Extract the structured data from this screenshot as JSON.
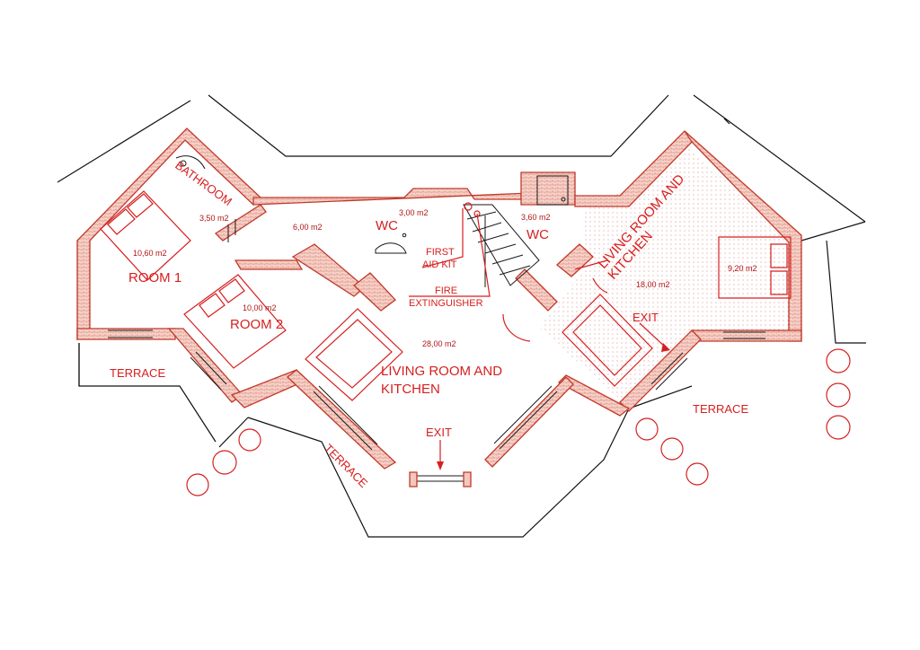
{
  "plan": {
    "rooms": [
      {
        "id": "bathroom",
        "name": "BATHROOM",
        "area": "3,50 m2"
      },
      {
        "id": "room1",
        "name": "ROOM 1",
        "area": "10,60 m2"
      },
      {
        "id": "room2",
        "name": "ROOM 2",
        "area": "10,00 m2"
      },
      {
        "id": "hall",
        "area": "6,00 m2"
      },
      {
        "id": "wc1",
        "name": "WC",
        "area": "3,00 m2"
      },
      {
        "id": "wc2",
        "name": "WC",
        "area": "3,60 m2"
      },
      {
        "id": "living_center",
        "name_line1": "LIVING ROOM AND",
        "name_line2": "KITCHEN",
        "area": "28,00 m2"
      },
      {
        "id": "living_right",
        "name_line1": "LIVING ROOM AND",
        "name_line2": "KITCHEN",
        "area": "18,00 m2"
      },
      {
        "id": "side_room",
        "area": "9,20 m2"
      }
    ],
    "terraces": [
      "TERRACE",
      "TERRACE",
      "TERRACE"
    ],
    "exits": [
      "EXIT",
      "EXIT"
    ],
    "safety": {
      "first_aid_line1": "FIRST",
      "first_aid_line2": "AID KIT",
      "fire_line1": "FIRE",
      "fire_line2": "EXTINGUISHER"
    },
    "colors": {
      "wall_line": "#c0392b",
      "label": "#d61f1f",
      "outline": "#111111"
    }
  }
}
